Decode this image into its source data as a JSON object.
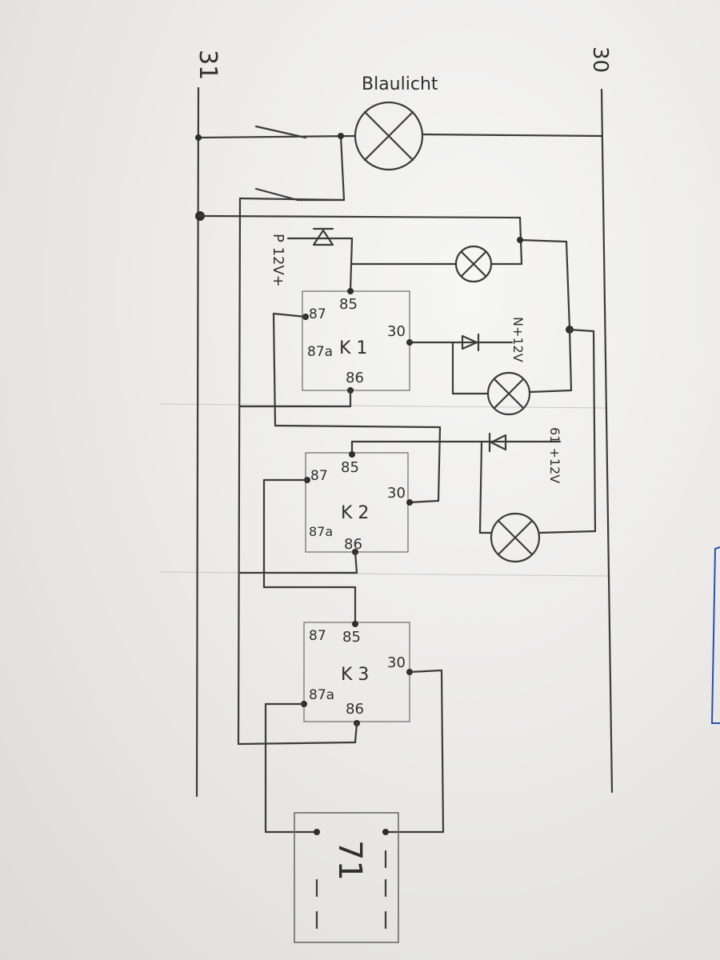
{
  "labels": {
    "ground_rail": "31",
    "supply_rail": "30",
    "beacon": "Blaulicht",
    "park_input": "P 12V+",
    "lowbeam_input": "N+12V",
    "highbeam_input": "61 +12V",
    "relay_box": "71"
  },
  "relays": [
    {
      "name": "K 1",
      "pin85": "85",
      "pin86": "86",
      "pin87": "87",
      "pin87a": "87a",
      "pin30": "30"
    },
    {
      "name": "K 2",
      "pin85": "85",
      "pin86": "86",
      "pin87": "87",
      "pin87a": "87a",
      "pin30": "30"
    },
    {
      "name": "K 3",
      "pin85": "85",
      "pin86": "86",
      "pin87": "87",
      "pin87a": "87a",
      "pin30": "30"
    }
  ]
}
